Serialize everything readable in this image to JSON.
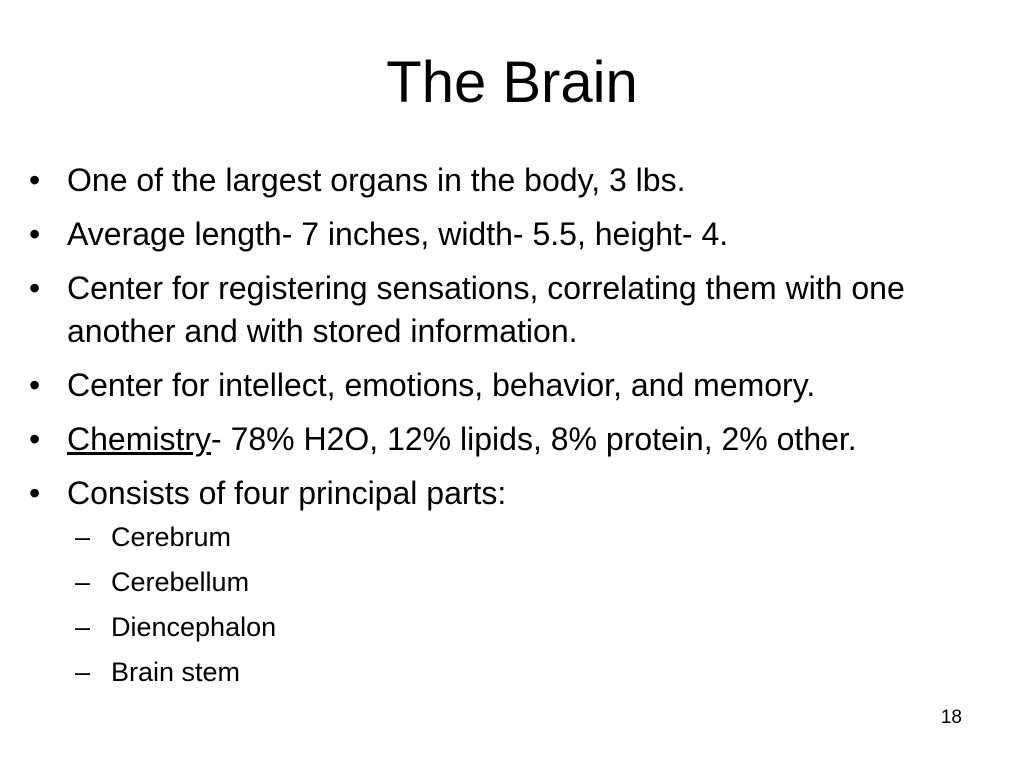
{
  "slide": {
    "title": "The Brain",
    "bullets": [
      {
        "text": "One of the largest organs in the body, 3 lbs."
      },
      {
        "text": "Average length- 7 inches, width- 5.5, height- 4."
      },
      {
        "text": "Center for registering sensations, correlating them with one another and with stored information."
      },
      {
        "text": "Center for intellect, emotions, behavior, and memory."
      },
      {
        "emphasis": "Chemistry",
        "text": "- 78% H2O, 12% lipids, 8% protein, 2% other."
      },
      {
        "text": "Consists of four principal parts:"
      }
    ],
    "sub_bullets": [
      {
        "text": "Cerebrum"
      },
      {
        "text": "Cerebellum"
      },
      {
        "text": "Diencephalon"
      },
      {
        "text": "Brain stem"
      }
    ],
    "bullet_marker": "•",
    "sub_bullet_marker": "–",
    "page_number": "18"
  }
}
